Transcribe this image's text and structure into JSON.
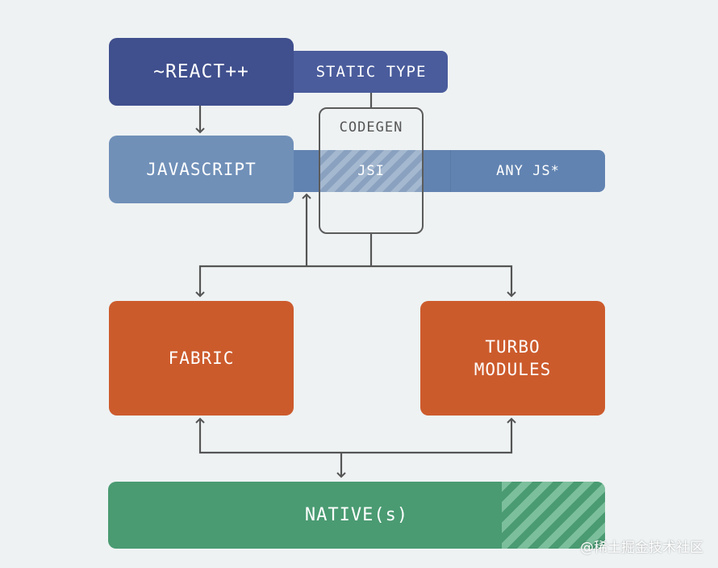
{
  "nodes": {
    "react": "~REACT++",
    "static_type": "STATIC TYPE",
    "javascript": "JAVASCRIPT",
    "codegen": "CODEGEN",
    "jsi": "JSI",
    "any_js": "ANY JS*",
    "fabric": "FABRIC",
    "turbo_line1": "TURBO",
    "turbo_line2": "MODULES",
    "native": "NATIVE(s)"
  },
  "watermark": "@稀土掘金技术社区",
  "colors": {
    "background": "#eef2f3",
    "react": "#404f8d",
    "javascript": "#7090b8",
    "core": "#cc5b2c",
    "native": "#4a9b72",
    "line": "#555555"
  }
}
